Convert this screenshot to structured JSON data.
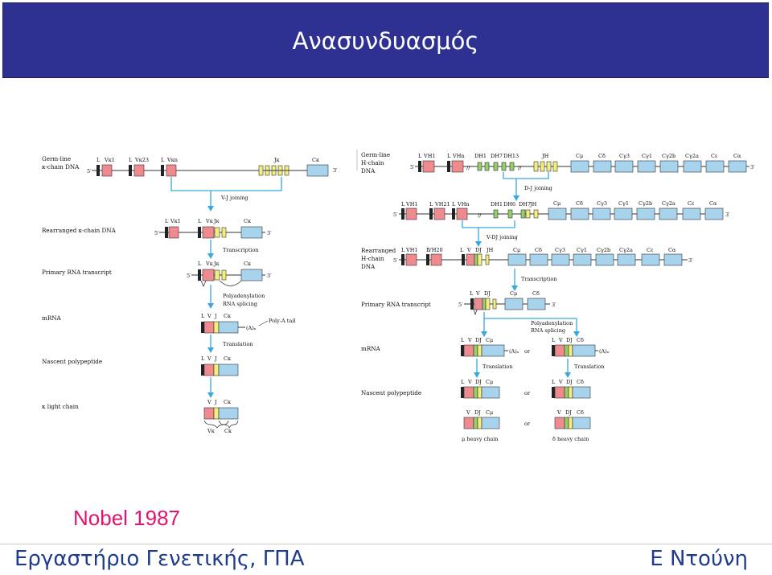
{
  "header": {
    "title": "Ανασυνδυασμός"
  },
  "nobel": "Nobel 1987",
  "footer": {
    "left": "Εργαστήριο Γενετικής, ΓΠΑ",
    "right": "Ε Ντούνη"
  },
  "kappa": {
    "row_labels": {
      "germline": [
        "Germ-line",
        "κ-chain DNA"
      ],
      "rearranged": "Rearranged κ-chain DNA",
      "primary": "Primary RNA transcript",
      "mrna": "mRNA",
      "nascent": "Nascent polypeptide",
      "light": "κ light chain"
    },
    "steps": {
      "vj": "V-J joining",
      "transcription": "Transcription",
      "polyA": "Polyadenylation",
      "splicing": "RNA splicing",
      "translation": "Translation"
    },
    "seg": {
      "L": "L",
      "V": "V",
      "J": "J",
      "Vk1": "Vκ1",
      "Vk23": "Vκ23",
      "Vkn": "Vκn",
      "Jk": "Jκ",
      "Ck": "Cκ",
      "Vk": "Vκ",
      "polyA_tail": "Poly-A tail",
      "An": "(A)ₙ",
      "five": "5′",
      "three": "3′"
    }
  },
  "heavy": {
    "row_labels": {
      "germline": [
        "Germ-line",
        "H-chain",
        "DNA"
      ],
      "rearranged": [
        "Rearranged",
        "H-chain",
        "DNA"
      ],
      "primary": "Primary RNA transcript",
      "mrna": "mRNA",
      "nascent": "Nascent polypeptide",
      "mu": "μ heavy chain",
      "delta": "δ heavy chain"
    },
    "steps": {
      "dj": "D-J joining",
      "vdj": "V-DJ joining",
      "transcription": "Transcription",
      "polyA": "Polyadenylation",
      "splicing": "RNA splicing",
      "translation": "Translation"
    },
    "seg": {
      "L": "L",
      "V": "V",
      "DJ": "DJ",
      "VH1": "VH1",
      "VHn": "VHn",
      "VH21": "VH21",
      "VH20": "VH20",
      "DH1": "DH1",
      "DH7": "DH7",
      "DH13": "DH13",
      "DH6": "DH6",
      "JH": "JH",
      "constants": [
        "Cμ",
        "Cδ",
        "Cγ3",
        "Cγ1",
        "Cγ2b",
        "Cγ2a",
        "Cε",
        "Cα"
      ],
      "Cmu": "Cμ",
      "Cdelta": "Cδ",
      "An": "(A)ₙ",
      "or": "or",
      "five": "5′",
      "three": "3′"
    }
  }
}
